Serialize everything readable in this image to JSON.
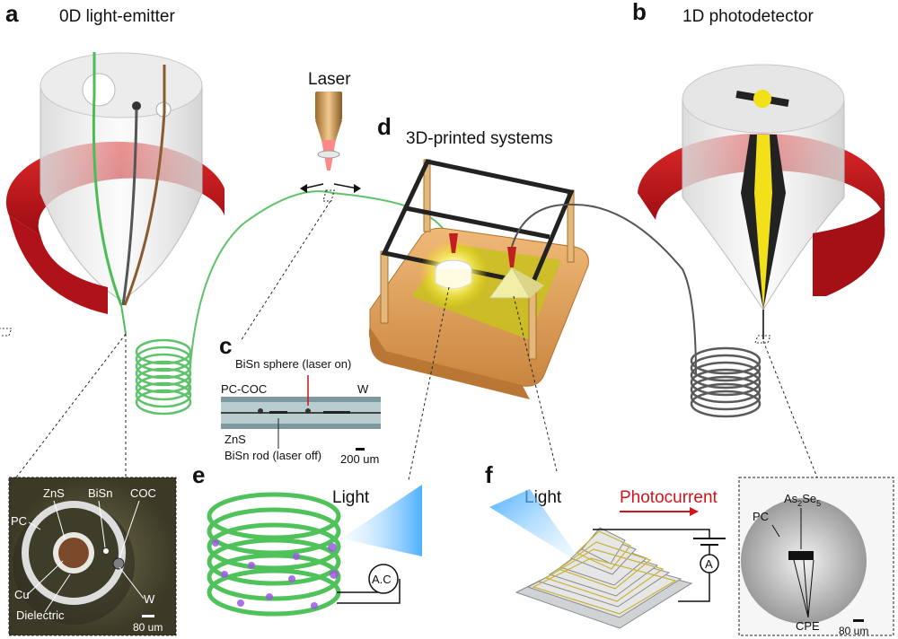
{
  "panels": {
    "a": {
      "letter": "a",
      "title": "0D light-emitter"
    },
    "b": {
      "letter": "b",
      "title": "1D photodetector"
    },
    "c": {
      "letter": "c"
    },
    "d": {
      "letter": "d",
      "title": "3D-printed systems"
    },
    "e": {
      "letter": "e"
    },
    "f": {
      "letter": "f"
    }
  },
  "laser": {
    "label": "Laser"
  },
  "micrograph_c": {
    "sphere_label": "BiSn sphere (laser on)",
    "cladding_label": "PC-COC",
    "wire_label": "W",
    "core_label": "ZnS",
    "rod_label": "BiSn rod (laser off)",
    "scale": "200 um"
  },
  "micrograph_a": {
    "labels": [
      "ZnS",
      "BiSn",
      "COC",
      "PC",
      "Cu",
      "W",
      "Dielectric"
    ],
    "scale": "80 um"
  },
  "micrograph_b": {
    "pc": "PC",
    "compound": "As",
    "compound_sub1": "2",
    "compound_mid": "Se",
    "compound_sub2": "5",
    "cpe": "CPE",
    "scale": "80 um"
  },
  "panel_e": {
    "light": "Light",
    "meter": "A.C"
  },
  "panel_f": {
    "light": "Light",
    "photocurrent": "Photocurrent",
    "ammeter": "A"
  },
  "colors": {
    "red_magnet": "#c8141c",
    "green_fiber": "#5fc26a",
    "yellow": "#f2e01a",
    "photocurrent": "#d2141c",
    "wood": "#e0a55c"
  }
}
